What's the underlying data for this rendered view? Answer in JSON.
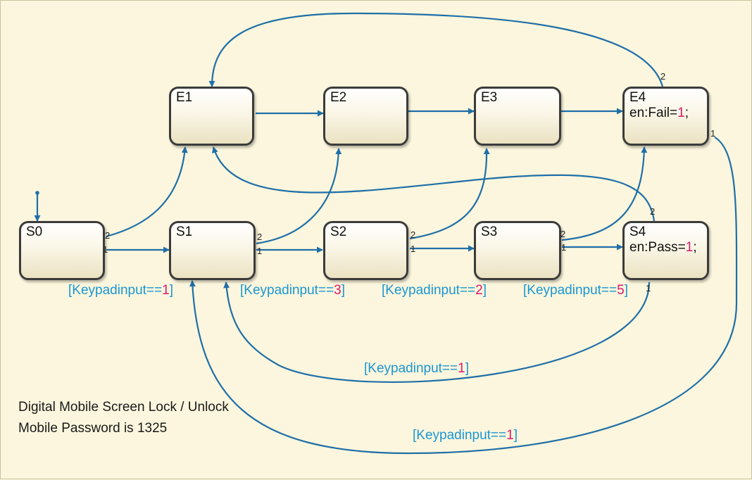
{
  "states": {
    "S0": {
      "name": "S0"
    },
    "S1": {
      "name": "S1"
    },
    "S2": {
      "name": "S2"
    },
    "S3": {
      "name": "S3"
    },
    "S4": {
      "name": "S4",
      "action_prefix": "en:Pass=",
      "action_value": "1",
      "action_suffix": ";"
    },
    "E1": {
      "name": "E1"
    },
    "E2": {
      "name": "E2"
    },
    "E3": {
      "name": "E3"
    },
    "E4": {
      "name": "E4",
      "action_prefix": "en:Fail=",
      "action_value": "1",
      "action_suffix": ";"
    }
  },
  "conditions": [
    {
      "prefix": "[Keypadinput==",
      "value": "1",
      "suffix": "]"
    },
    {
      "prefix": "[Keypadinput==",
      "value": "3",
      "suffix": "]"
    },
    {
      "prefix": "[Keypadinput==",
      "value": "2",
      "suffix": "]"
    },
    {
      "prefix": "[Keypadinput==",
      "value": "5",
      "suffix": "]"
    },
    {
      "prefix": "[Keypadinput==",
      "value": "1",
      "suffix": "]"
    },
    {
      "prefix": "[Keypadinput==",
      "value": "1",
      "suffix": "]"
    }
  ],
  "priorities": {
    "p1": "1",
    "p2": "2"
  },
  "footer": {
    "line1": "Digital Mobile Screen Lock / Unlock",
    "line2": "Mobile Password is 1325"
  },
  "colors": {
    "background": "#fbf6dd",
    "condition_text": "#1b97d3",
    "value_highlight": "#e0186f",
    "transition": "#1f6fa8",
    "state_border": "#3b3b3b"
  }
}
